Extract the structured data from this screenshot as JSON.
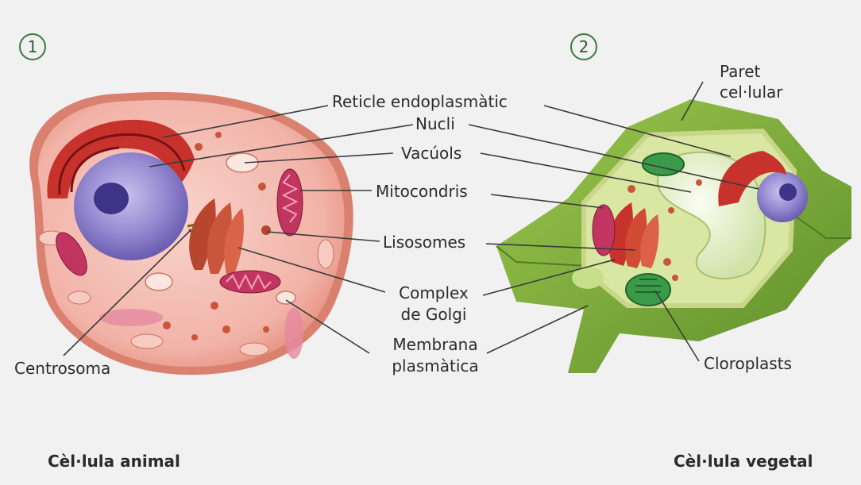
{
  "badges": {
    "animal": "1",
    "plant": "2"
  },
  "labels": {
    "er": "Reticle endoplasmàtic",
    "nucleus": "Nucli",
    "vacuoles": "Vacúols",
    "mito": "Mitocondris",
    "lyso": "Lisosomes",
    "golgi_1": "Complex",
    "golgi_2": "de Golgi",
    "membrane_1": "Membrana",
    "membrane_2": "plasmàtica",
    "centrosome": "Centrosoma",
    "wall_1": "Paret",
    "wall_2": "cel·lular",
    "chloroplasts": "Cloroplasts"
  },
  "captions": {
    "animal": "Cèl·lula animal",
    "plant": "Cèl·lula vegetal"
  },
  "colors": {
    "background": "#f1f1f1",
    "animal_cytoplasm": "#f3b8ae",
    "nucleus": "#8c7fc8",
    "er": "#c8322d",
    "mitochondria": "#c23561",
    "cell_wall": "#7fae3b",
    "chloroplast": "#3a9a4a",
    "vacuole": "#dfeec2"
  }
}
